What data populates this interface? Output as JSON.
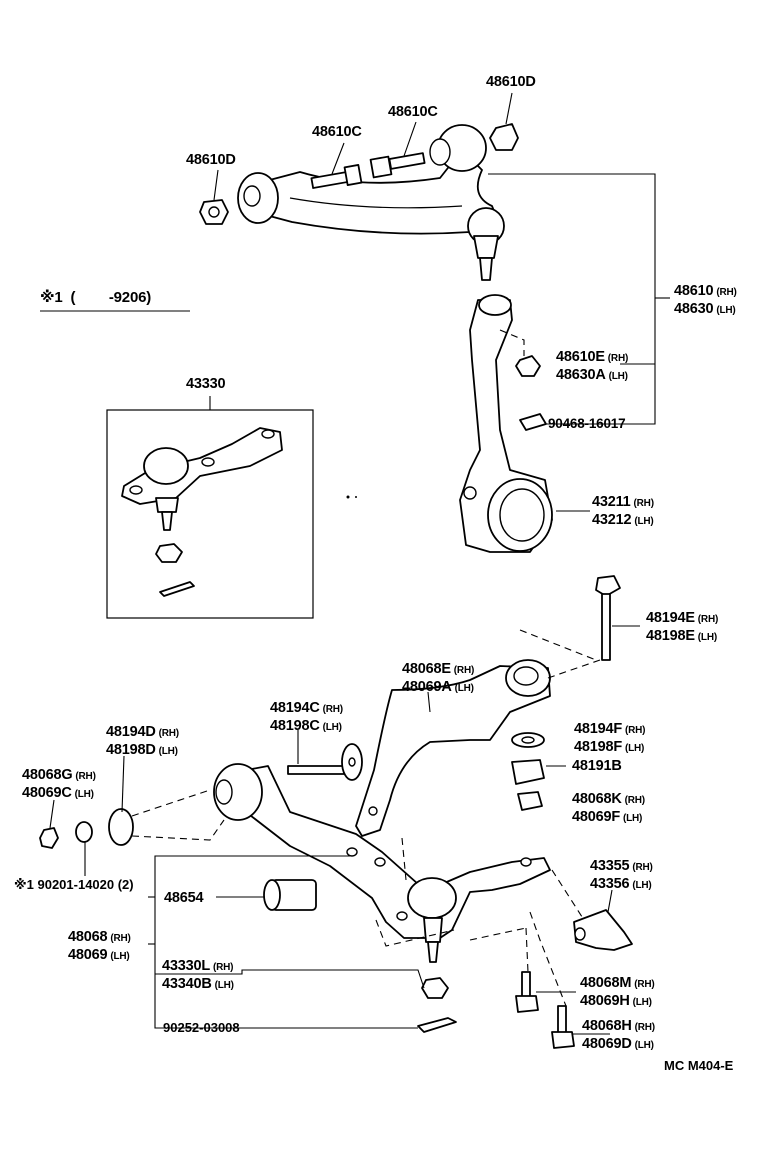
{
  "note": {
    "mark": "※1",
    "range": "(　　 -9206)"
  },
  "footer_ref": "MC M404-E",
  "labels": {
    "p48610D_top": "48610D",
    "p48610C_top": "48610C",
    "p48610C_mid": "48610C",
    "p48610D_left": "48610D",
    "p48610": {
      "a": "48610",
      "a_side": "(RH)",
      "b": "48630",
      "b_side": "(LH)"
    },
    "p48610E": {
      "a": "48610E",
      "a_side": "(RH)",
      "b": "48630A",
      "b_side": "(LH)"
    },
    "p90468": "90468-16017",
    "p43330": "43330",
    "p43211": {
      "a": "43211",
      "a_side": "(RH)",
      "b": "43212",
      "b_side": "(LH)"
    },
    "p48194E": {
      "a": "48194E",
      "a_side": "(RH)",
      "b": "48198E",
      "b_side": "(LH)"
    },
    "p48068E": {
      "a": "48068E",
      "a_side": "(RH)",
      "b": "48069A",
      "b_side": "(LH)"
    },
    "p48194C": {
      "a": "48194C",
      "a_side": "(RH)",
      "b": "48198C",
      "b_side": "(LH)"
    },
    "p48194D": {
      "a": "48194D",
      "a_side": "(RH)",
      "b": "48198D",
      "b_side": "(LH)"
    },
    "p48194F": {
      "a": "48194F",
      "a_side": "(RH)",
      "b": "48198F",
      "b_side": "(LH)"
    },
    "p48191B": "48191B",
    "p48068G": {
      "a": "48068G",
      "a_side": "(RH)",
      "b": "48069C",
      "b_side": "(LH)"
    },
    "p48068K": {
      "a": "48068K",
      "a_side": "(RH)",
      "b": "48069F",
      "b_side": "(LH)"
    },
    "p90201": "※1 90201-14020 (2)",
    "p43355": {
      "a": "43355",
      "a_side": "(RH)",
      "b": "43356",
      "b_side": "(LH)"
    },
    "p48654": "48654",
    "p48068": {
      "a": "48068",
      "a_side": "(RH)",
      "b": "48069",
      "b_side": "(LH)"
    },
    "p43330L": {
      "a": "43330L",
      "a_side": "(RH)",
      "b": "43340B",
      "b_side": "(LH)"
    },
    "p48068M": {
      "a": "48068M",
      "a_side": "(RH)",
      "b": "48069H",
      "b_side": "(LH)"
    },
    "p48068H": {
      "a": "48068H",
      "a_side": "(RH)",
      "b": "48069D",
      "b_side": "(LH)"
    },
    "p90252": "90252-03008"
  }
}
